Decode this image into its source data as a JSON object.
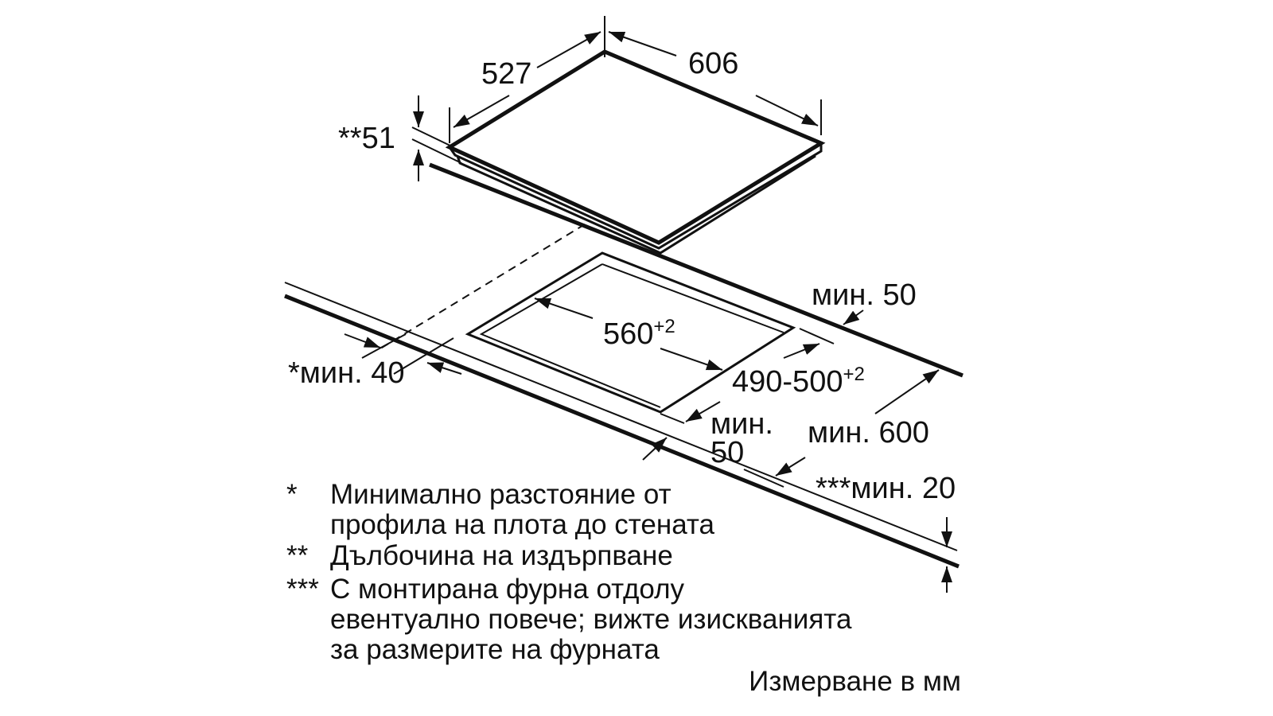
{
  "dimensions": {
    "depth": "527",
    "width": "606",
    "height": "**51",
    "rear_min": "мин. 50",
    "cutout_width": "560",
    "cutout_width_tol": "+2",
    "cutout_depth": "490-500",
    "cutout_depth_tol": "+2",
    "wall_min": "*мин. 40",
    "front_min_word": "мин.",
    "front_min_value": "50",
    "worktop_min": "мин. 600",
    "oven_min": "***мин. 20"
  },
  "notes": [
    {
      "marker": "*",
      "lines": [
        "Минимално разстояние от",
        "профила на плота до стената"
      ]
    },
    {
      "marker": "**",
      "lines": [
        "Дълбочина на издърпване"
      ]
    },
    {
      "marker": "***",
      "lines": [
        "С монтирана фурна отдолу",
        "евентуално повече; вижте изискванията",
        "за размерите на фурната"
      ]
    }
  ],
  "units_label": "Измерване в мм"
}
